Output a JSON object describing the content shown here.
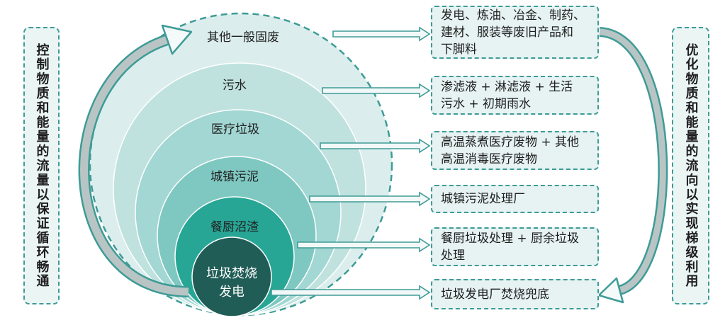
{
  "left_label": "控制物质和能量的流量以保证循环畅通",
  "right_label": "优化物质和能量的流向以实现梯级利用",
  "layers": [
    {
      "label": "其他一般固废"
    },
    {
      "label": "污水"
    },
    {
      "label": "医疗垃圾"
    },
    {
      "label": "城镇污泥"
    },
    {
      "label": "餐厨沼渣"
    },
    {
      "lines": [
        "垃圾焚烧",
        "发电"
      ]
    }
  ],
  "outputs": [
    {
      "lines": [
        "发电、炼油、冶金、制药、",
        "建材、服装等废旧产品和",
        "下脚料"
      ]
    },
    {
      "lines": [
        "渗滤液 + 淋滤液 + 生活",
        "污水 + 初期雨水"
      ]
    },
    {
      "lines": [
        "高温蒸煮医疗废物 + 其他",
        "高温消毒医疗废物"
      ]
    },
    {
      "lines": [
        "城镇污泥处理厂"
      ]
    },
    {
      "lines": [
        "餐厨垃圾处理 + 厨余垃圾",
        "处理"
      ]
    },
    {
      "lines": [
        "垃圾发电厂焚烧兜底"
      ]
    }
  ],
  "colors": {
    "accent": "#3e9b96",
    "box_fill": "#e6f3f2",
    "curve_fill": "#b9c5c4",
    "layer_fills": [
      "#dbeeed",
      "#bfe2df",
      "#a2d7d3",
      "#7fc8c2",
      "#27a696",
      "#205d56"
    ]
  }
}
